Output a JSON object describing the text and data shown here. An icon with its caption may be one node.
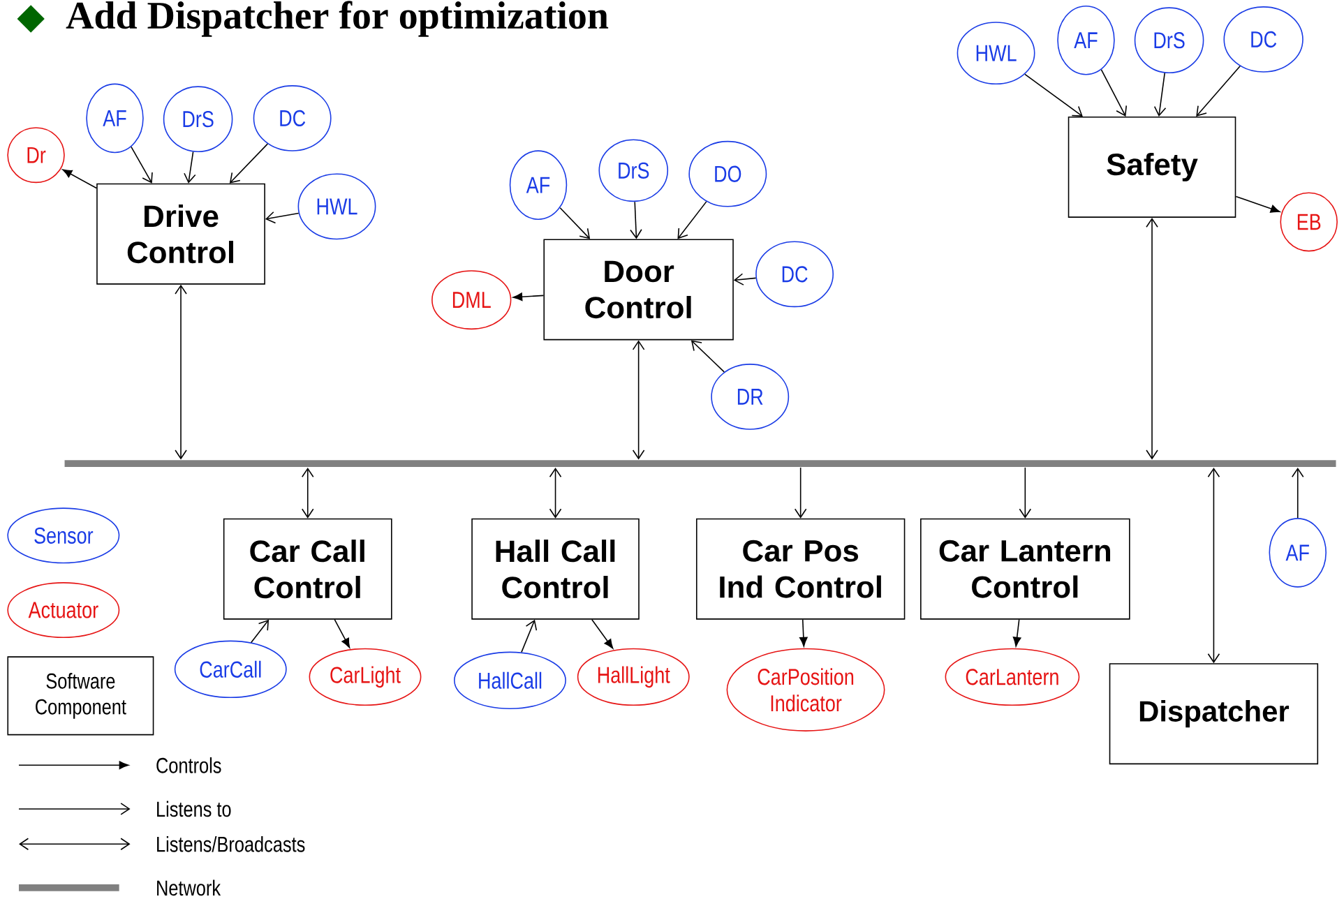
{
  "diagram": {
    "title": "Add Dispatcher for optimization",
    "nodes": [
      {
        "text": [
          "Dr"
        ]
      },
      {
        "text": [
          "AF"
        ]
      },
      {
        "text": [
          "DrS"
        ]
      },
      {
        "text": [
          "DC"
        ]
      },
      {
        "text": [
          "Drive Control"
        ]
      },
      {
        "text": [
          "HWL"
        ]
      },
      {
        "text": [
          "AF"
        ]
      },
      {
        "text": [
          "DrS"
        ]
      },
      {
        "text": [
          "DO"
        ]
      },
      {
        "text": [
          "DML"
        ]
      },
      {
        "text": [
          "Door Control"
        ]
      },
      {
        "text": [
          "DC"
        ]
      },
      {
        "text": [
          "DR"
        ]
      },
      {
        "text": [
          "HWL"
        ]
      },
      {
        "text": [
          "AF"
        ]
      },
      {
        "text": [
          "DrS"
        ]
      },
      {
        "text": [
          "DC"
        ]
      },
      {
        "text": [
          "Safety"
        ]
      },
      {
        "text": [
          "EB"
        ]
      },
      {
        "text": [],
        "shape": "bar"
      },
      {
        "text": [
          "Car Call Control"
        ]
      },
      {
        "text": [
          "Hall Call Control"
        ]
      },
      {
        "text": [
          "Car Pos Ind Control"
        ]
      },
      {
        "text": [
          "Car Lantern Control"
        ]
      },
      {
        "text": [
          "AF"
        ]
      },
      {
        "text": [
          "CarCall"
        ]
      },
      {
        "text": [
          "CarLight"
        ]
      },
      {
        "text": [
          "HallCall"
        ]
      },
      {
        "text": [
          "HallLight"
        ]
      },
      {
        "text": [
          "CarPosition Indicator"
        ]
      },
      {
        "text": [
          "CarLantern"
        ]
      },
      {
        "text": [
          "Dispatcher"
        ]
      }
    ],
    "edges": [
      {
        "from": 1,
        "to": 4,
        "arrow": "to"
      },
      {
        "from": 2,
        "to": 4,
        "arrow": "to"
      },
      {
        "from": 3,
        "to": 4,
        "arrow": "to"
      },
      {
        "from": 5,
        "to": 4,
        "arrow": "to"
      },
      {
        "from": 4,
        "to": 0,
        "arrow": "to"
      },
      {
        "from": 4,
        "to": 19,
        "arrow": "both"
      },
      {
        "from": 6,
        "to": 10,
        "arrow": "to"
      },
      {
        "from": 7,
        "to": 10,
        "arrow": "to"
      },
      {
        "from": 8,
        "to": 10,
        "arrow": "to"
      },
      {
        "from": 11,
        "to": 10,
        "arrow": "to"
      },
      {
        "from": 12,
        "to": 10,
        "arrow": "to"
      },
      {
        "from": 10,
        "to": 9,
        "arrow": "to"
      },
      {
        "from": 10,
        "to": 19,
        "arrow": "both"
      },
      {
        "from": 13,
        "to": 17,
        "arrow": "to"
      },
      {
        "from": 14,
        "to": 17,
        "arrow": "to"
      },
      {
        "from": 15,
        "to": 17,
        "arrow": "to"
      },
      {
        "from": 16,
        "to": 17,
        "arrow": "to"
      },
      {
        "from": 17,
        "to": 18,
        "arrow": "to"
      },
      {
        "from": 17,
        "to": 19,
        "arrow": "both"
      },
      {
        "from": 19,
        "to": 20,
        "arrow": "both"
      },
      {
        "from": 19,
        "to": 21,
        "arrow": "both"
      },
      {
        "from": 19,
        "to": 22,
        "arrow": "to"
      },
      {
        "from": 19,
        "to": 23,
        "arrow": "to"
      },
      {
        "from": 19,
        "to": 31,
        "arrow": "both"
      },
      {
        "from": 24,
        "to": 19,
        "arrow": "to"
      },
      {
        "from": 25,
        "to": 20,
        "arrow": "to"
      },
      {
        "from": 20,
        "to": 26,
        "arrow": "to"
      },
      {
        "from": 27,
        "to": 21,
        "arrow": "to"
      },
      {
        "from": 21,
        "to": 28,
        "arrow": "to"
      },
      {
        "from": 22,
        "to": 29,
        "arrow": "to"
      },
      {
        "from": 23,
        "to": 30,
        "arrow": "to"
      }
    ],
    "legend": [
      {
        "text": "Sensor"
      },
      {
        "text": "Actuator"
      },
      {
        "text": "Software Component"
      },
      {
        "text": "Controls"
      },
      {
        "text": "Listens to"
      },
      {
        "text": "Listens/Broadcasts"
      },
      {
        "text": "Network"
      }
    ]
  }
}
